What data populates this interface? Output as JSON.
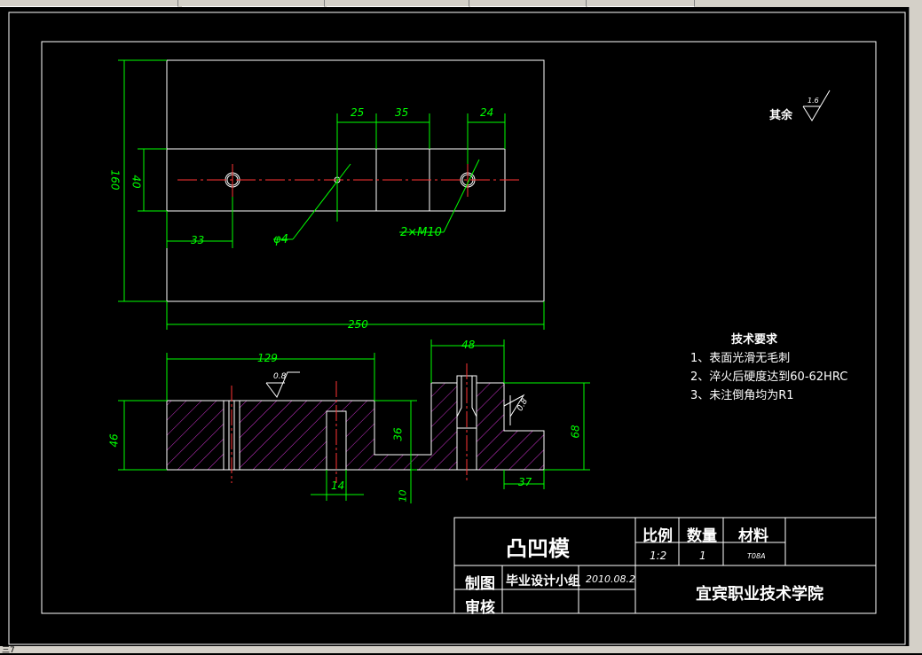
{
  "status": "三7",
  "top_dims": {
    "d25": "25",
    "d35": "35",
    "d24": "24",
    "d160": "160",
    "d40": "40",
    "d33": "33",
    "phi4": "φ4",
    "thread": "2×M10",
    "d250": "250"
  },
  "front_dims": {
    "d129": "129",
    "d48": "48",
    "d46": "46",
    "d36": "36",
    "d68": "68",
    "d14": "14",
    "d10": "10",
    "d37": "37",
    "rough1": "0.8",
    "rough2": "0.8"
  },
  "roughness_note": {
    "label": "其余",
    "value": "1.6"
  },
  "tech_req": {
    "title": "技术要求",
    "items": [
      "1、表面光滑无毛刺",
      "2、淬火后硬度达到60-62HRC",
      "3、未注倒角均为R1"
    ]
  },
  "title_block": {
    "part_name": "凸凹模",
    "col_scale": "比例",
    "col_qty": "数量",
    "col_material": "材料",
    "scale": "1:2",
    "qty": "1",
    "material": "T08A",
    "drawn_label": "制图",
    "drawn_by": "毕业设计小组",
    "date": "2010.08.2",
    "check_label": "审核",
    "school": "宜宾职业技术学院"
  },
  "colors": {
    "background": "#000000",
    "outline": "#ffffff",
    "dimension": "#00ff00",
    "centerline": "#ff0000",
    "hatch": "#cc33cc"
  }
}
